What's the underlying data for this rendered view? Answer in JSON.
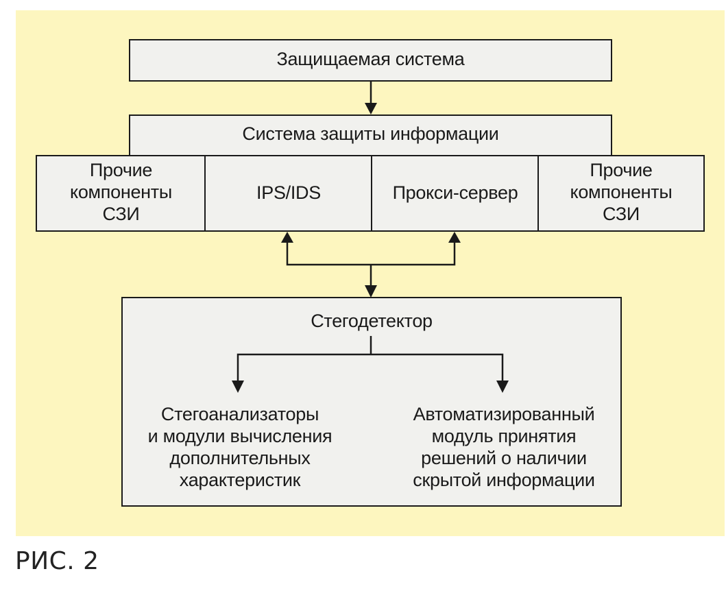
{
  "diagram": {
    "protected_system": "Защищаемая система",
    "security_system": "Система защиты информации",
    "components": [
      {
        "lines": [
          "Прочие",
          "компоненты",
          "СЗИ"
        ]
      },
      {
        "lines": [
          "IPS/IDS"
        ]
      },
      {
        "lines": [
          "Прокси-сервер"
        ]
      },
      {
        "lines": [
          "Прочие",
          "компоненты",
          "СЗИ"
        ]
      }
    ],
    "stegodetector": {
      "title": "Стегодетектор",
      "left_module": [
        "Стегоанализаторы",
        "и модули вычисления",
        "дополнительных",
        "характеристик"
      ],
      "right_module": [
        "Автоматизированный",
        "модуль принятия",
        "решений о наличии",
        "скрытой информации"
      ]
    },
    "colors": {
      "background": "#fdf6bf",
      "box_fill": "#f1f1ee",
      "line": "#1a1a1a"
    }
  },
  "caption": "РИС. 2"
}
